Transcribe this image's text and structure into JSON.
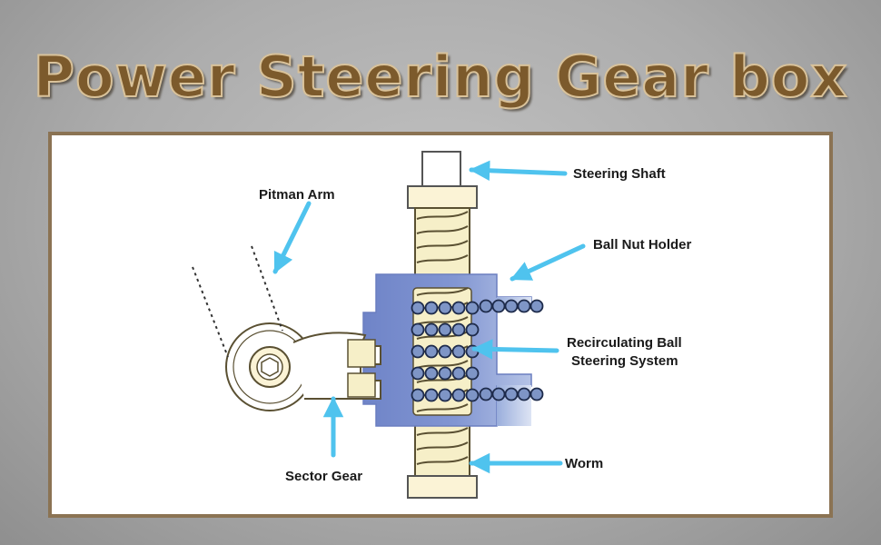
{
  "title": "Power Steering Gear box",
  "labels": {
    "steering_shaft": "Steering Shaft",
    "pitman_arm": "Pitman Arm",
    "ball_nut_holder": "Ball Nut Holder",
    "recirculating_line1": "Recirculating Ball",
    "recirculating_line2": "Steering System",
    "sector_gear": "Sector Gear",
    "worm": "Worm"
  },
  "colors": {
    "title_text": "#7c5a2c",
    "panel_border": "#8b7353",
    "arrow": "#4fc3ee",
    "ball_nut_blue": "#7b8fcd",
    "ball_fill": "#7e95c6",
    "worm_fill": "#f6efc8",
    "worm_outline": "#5a5032"
  }
}
